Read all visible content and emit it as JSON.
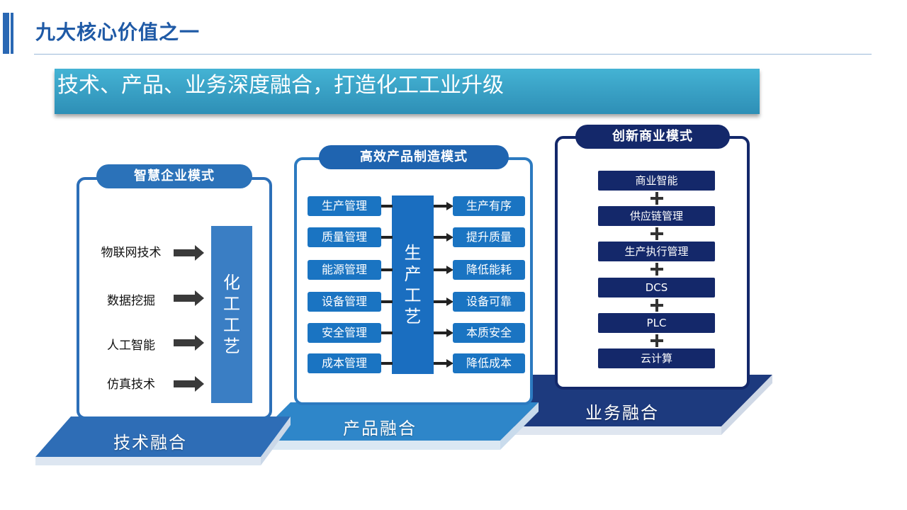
{
  "title": "九大核心价值之一",
  "banner": "技术、产品、业务深度融合，打造化工工业升级",
  "platforms": {
    "tech": "技术融合",
    "product": "产品融合",
    "business": "业务融合"
  },
  "left": {
    "header": "智慧企业模式",
    "items": [
      "物联网技术",
      "数据挖掘",
      "人工智能",
      "仿真技术"
    ],
    "box": "化工工艺"
  },
  "mid": {
    "header": "高效产品制造模式",
    "inputs": [
      "生产管理",
      "质量管理",
      "能源管理",
      "设备管理",
      "安全管理",
      "成本管理"
    ],
    "box": "生产工艺",
    "outputs": [
      "生产有序",
      "提升质量",
      "降低能耗",
      "设备可靠",
      "本质安全",
      "降低成本"
    ]
  },
  "right": {
    "header": "创新商业模式",
    "items": [
      "商业智能",
      "供应链管理",
      "生产执行管理",
      "DCS",
      "PLC",
      "云计算"
    ]
  },
  "colors": {
    "title": "#1f5aa6",
    "tech_platform": "#2e6db6",
    "product_platform": "#2e86c9",
    "business_platform": "#1d3a7e",
    "dark_navy": "#14286a"
  }
}
